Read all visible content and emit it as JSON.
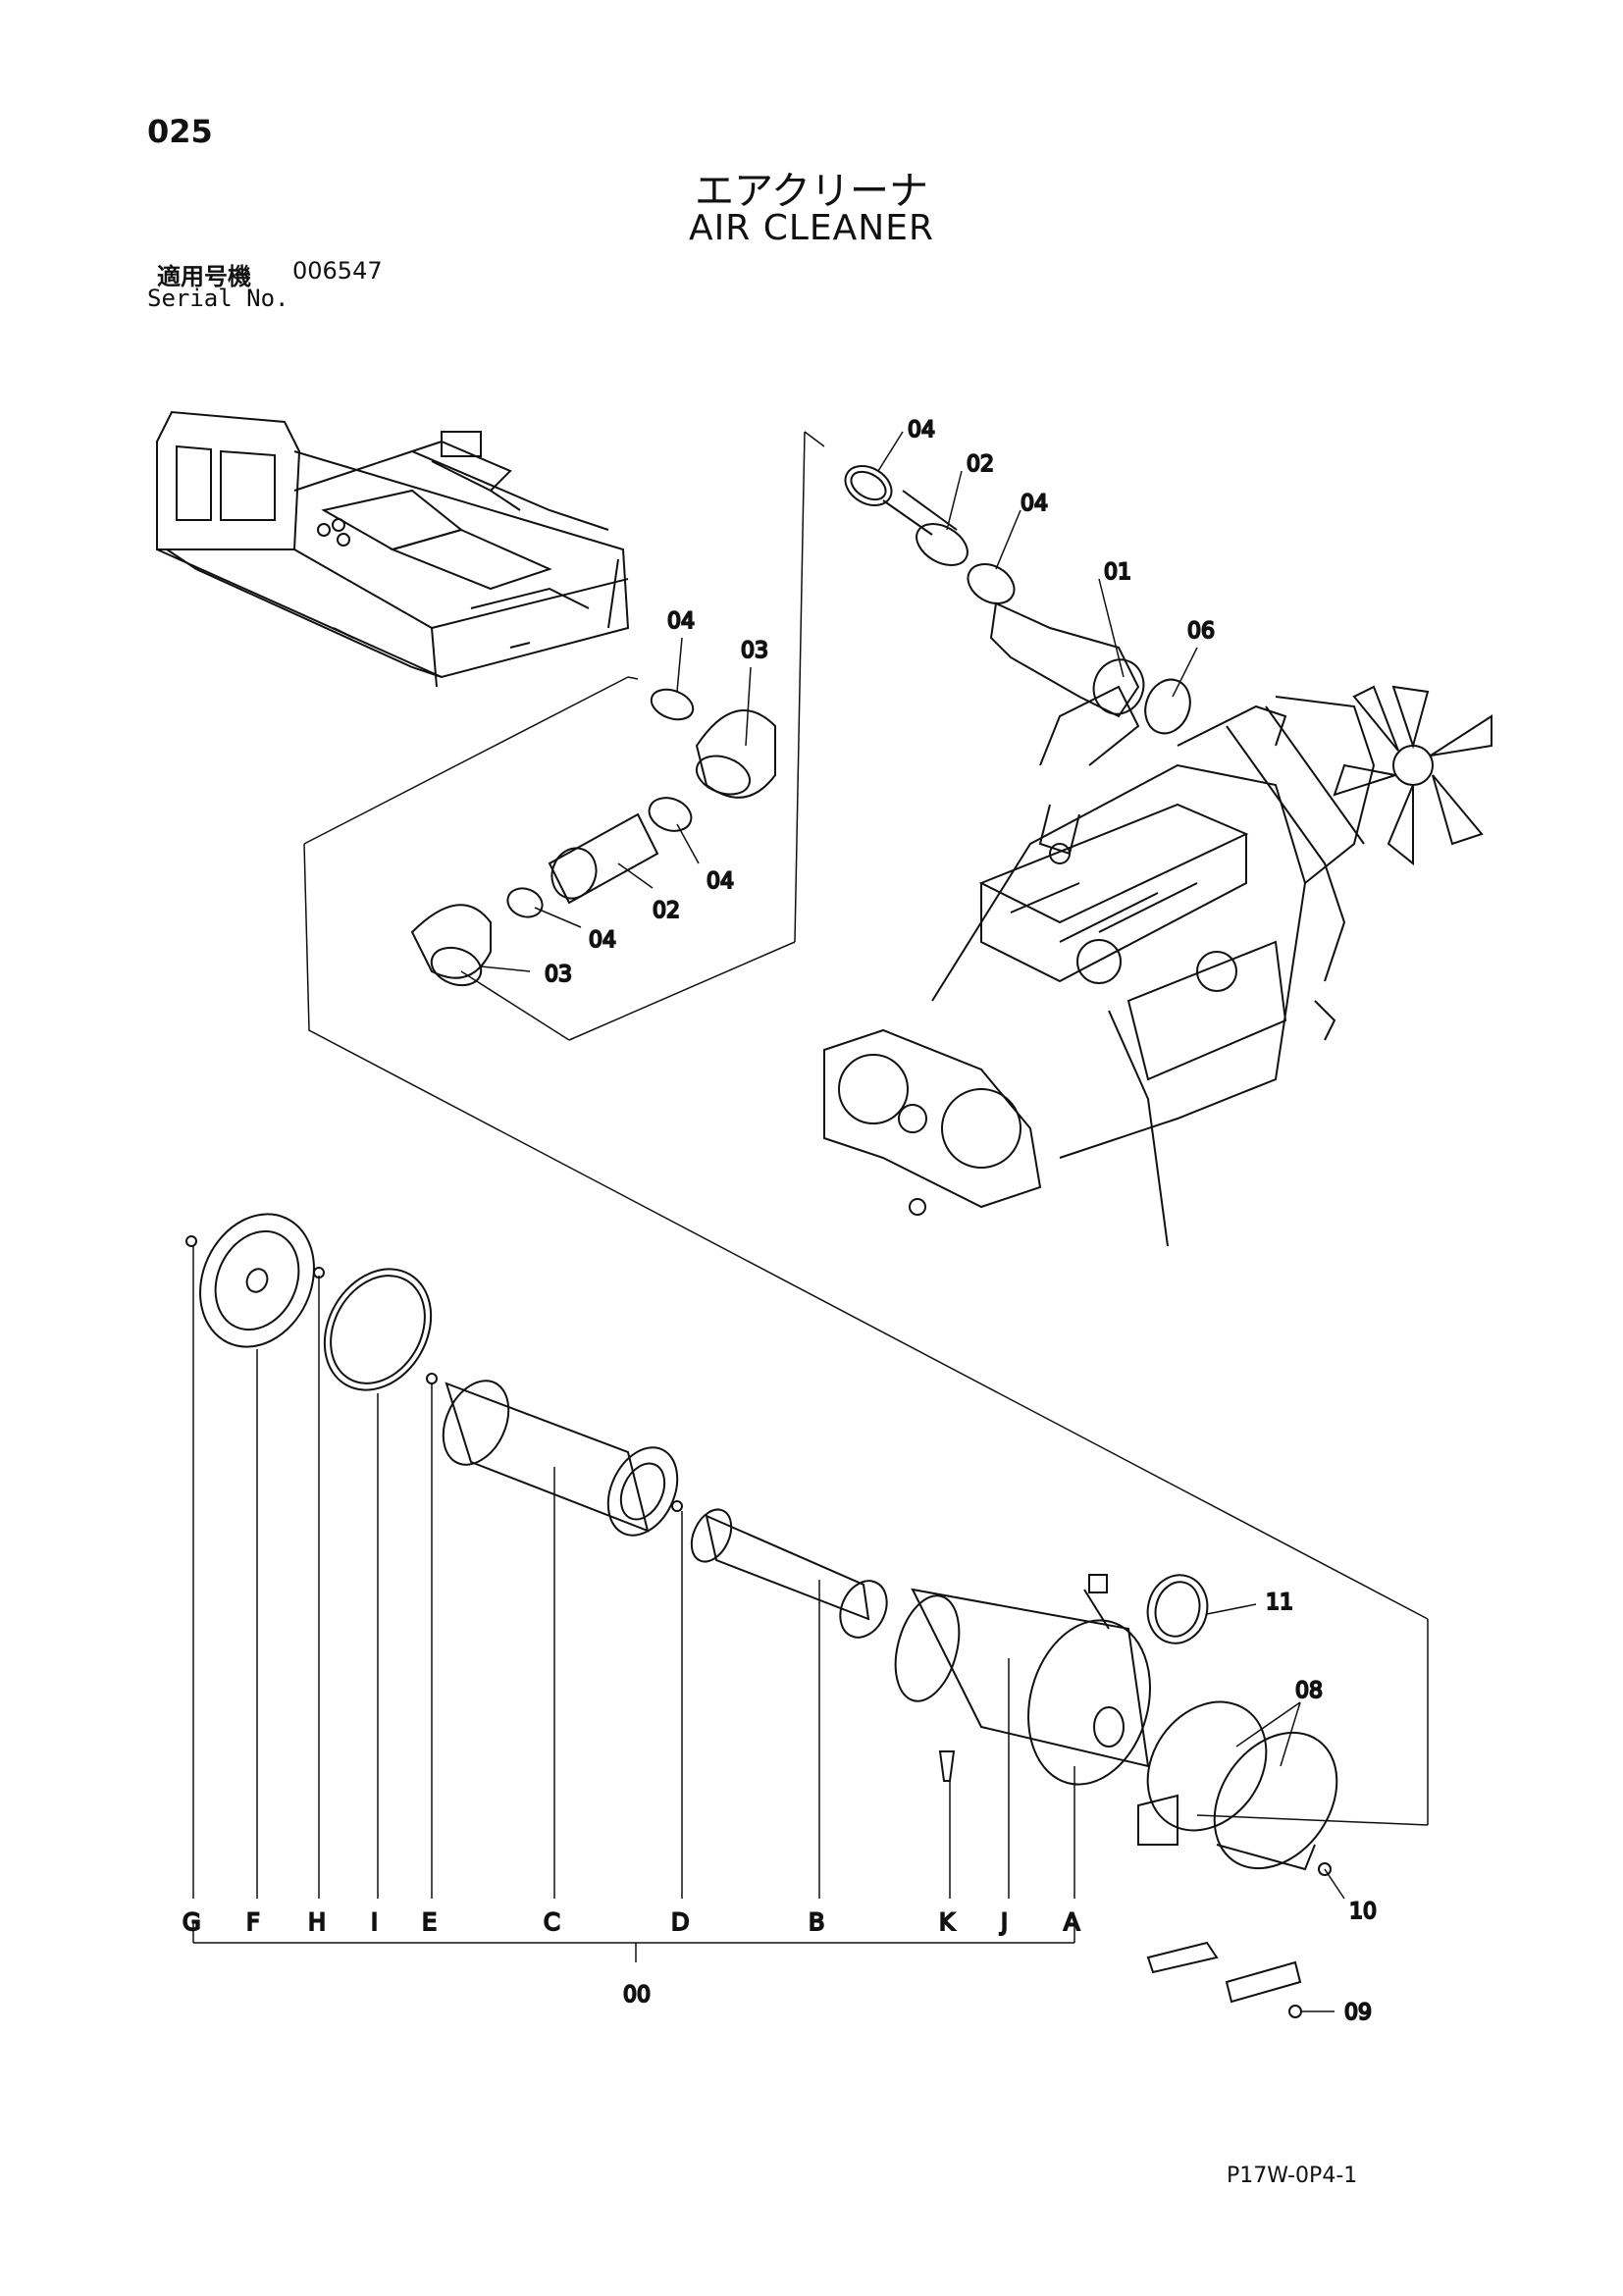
{
  "page": {
    "number": "025",
    "title_jp": "エアクリーナ",
    "title_en": "AIR CLEANER",
    "serial_label_jp": "適用号機",
    "serial_value": "006547",
    "serial_label_en": "Serial No.",
    "doc_code": "P17W-0P4-1"
  },
  "callouts": {
    "top_04_a": "04",
    "top_02_a": "02",
    "top_04_b": "04",
    "top_01": "01",
    "top_06": "06",
    "mid_04_a": "04",
    "mid_03_a": "03",
    "mid_04_b": "04",
    "mid_02": "02",
    "mid_04_c": "04",
    "mid_03_b": "03",
    "p11": "11",
    "p08": "08",
    "p10": "10",
    "p09": "09",
    "p00": "00"
  },
  "letters": [
    "G",
    "F",
    "H",
    "I",
    "E",
    "C",
    "D",
    "B",
    "K",
    "J",
    "A"
  ]
}
